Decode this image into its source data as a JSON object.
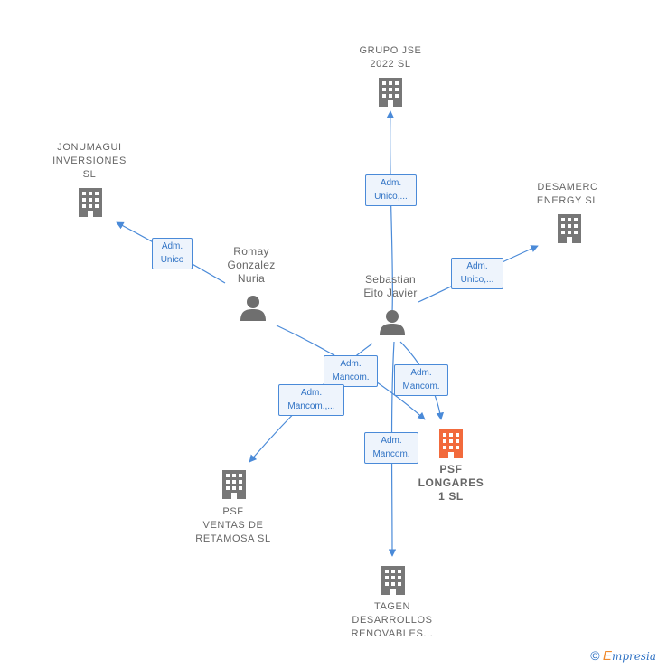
{
  "colors": {
    "edge": "#4a8ad8",
    "building": "#777777",
    "focus": "#f26a3c",
    "person": "#6f6f6f"
  },
  "nodes": {
    "grupo_jse": {
      "label": "GRUPO JSE\n2022  SL",
      "icon": "building-icon"
    },
    "jonumagui": {
      "label": "JONUMAGUI\nINVERSIONES\nSL",
      "icon": "building-icon"
    },
    "desamerc": {
      "label": "DESAMERC\nENERGY  SL",
      "icon": "building-icon"
    },
    "romay": {
      "label": "Romay\nGonzalez\nNuria",
      "icon": "person-icon"
    },
    "sebastian": {
      "label": "Sebastian\nEito Javier",
      "icon": "person-icon"
    },
    "psf_longares": {
      "label": "PSF\nLONGARES\n1  SL",
      "icon": "building-icon"
    },
    "psf_ventas": {
      "label": "PSF\nVENTAS DE\nRETAMOSA  SL",
      "icon": "building-icon"
    },
    "tagen": {
      "label": "TAGEN\nDESARROLLOS\nRENOVABLES...",
      "icon": "building-icon"
    }
  },
  "edges": {
    "seb_grupo": "Adm.\nUnico,...",
    "romay_jonu": "Adm.\nUnico",
    "seb_desamerc": "Adm.\nUnico,...",
    "romay_longares": "Adm.\nMancom.",
    "seb_longares": "Adm.\nMancom.",
    "seb_ventas": "Adm.\nMancom.,...",
    "seb_tagen": "Adm.\nMancom."
  },
  "footer": {
    "copyright": "©",
    "brand_first": "E",
    "brand_rest": "mpresia"
  }
}
